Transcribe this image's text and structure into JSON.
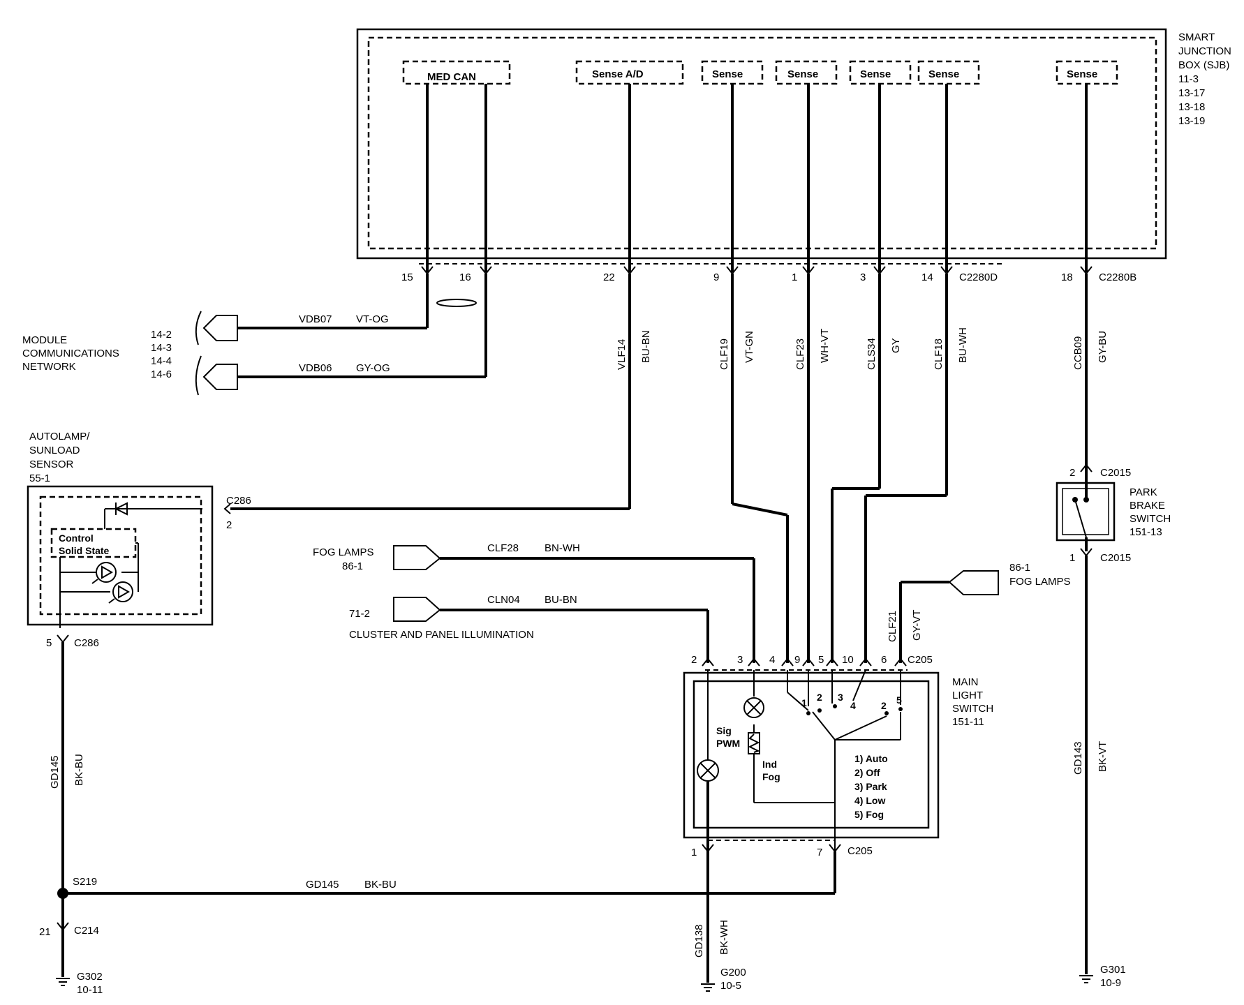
{
  "sjb": {
    "title_lines": [
      "SMART",
      "JUNCTION",
      "BOX (SJB)",
      "11-3",
      "13-17",
      "13-18",
      "13-19"
    ],
    "blocks": [
      "MED  CAN",
      "Sense A/D",
      "Sense",
      "Sense",
      "Sense",
      "Sense",
      "Sense"
    ],
    "pins": [
      "15",
      "16",
      "22",
      "9",
      "1",
      "3",
      "14",
      "18"
    ],
    "connector_d": "C2280D",
    "connector_b": "C2280B"
  },
  "network": {
    "label_lines": [
      "MODULE",
      "COMMUNICATIONS",
      "NETWORK"
    ],
    "refs": [
      "14-2",
      "14-3",
      "14-4",
      "14-6"
    ],
    "wire1": {
      "circuit": "VDB07",
      "color": "VT-OG"
    },
    "wire2": {
      "circuit": "VDB06",
      "color": "GY-OG"
    }
  },
  "vertical_wires": [
    {
      "circuit": "VLF14",
      "color": "BU-BN"
    },
    {
      "circuit": "CLF19",
      "color": "VT-GN"
    },
    {
      "circuit": "CLF23",
      "color": "WH-VT"
    },
    {
      "circuit": "CLS34",
      "color": "GY"
    },
    {
      "circuit": "CLF18",
      "color": "BU-WH"
    },
    {
      "circuit": "CCB09",
      "color": "GY-BU"
    }
  ],
  "autolamp": {
    "label_lines": [
      "AUTOLAMP/",
      "SUNLOAD",
      "SENSOR",
      "55-1"
    ],
    "inner_lines": [
      "Control",
      "Solid State"
    ],
    "conn_top": "C286",
    "pin_top": "2",
    "pin_bottom": "5",
    "conn_bottom": "C286"
  },
  "fog_lamps_left": {
    "lines": [
      "FOG LAMPS",
      "86-1"
    ],
    "circuit": "CLF28",
    "color": "BN-WH"
  },
  "cluster": {
    "ref": "71-2",
    "label": "CLUSTER AND PANEL ILLUMINATION",
    "circuit": "CLN04",
    "color": "BU-BN"
  },
  "fog_lamps_right": {
    "lines": [
      "86-1",
      "FOG LAMPS"
    ],
    "circuit": "CLF21",
    "color": "GY-VT"
  },
  "park_brake": {
    "label_lines": [
      "PARK",
      "BRAKE",
      "SWITCH",
      "151-13"
    ],
    "pin_top": "2",
    "conn_top": "C2015",
    "pin_bottom": "1",
    "conn_bottom": "C2015",
    "wire": {
      "circuit": "GD143",
      "color": "BK-VT"
    },
    "ground": {
      "name": "G301",
      "ref": "10-9"
    }
  },
  "main_switch": {
    "label_lines": [
      "MAIN",
      "LIGHT",
      "SWITCH",
      "151-11"
    ],
    "top_pins": [
      "2",
      "3",
      "4",
      "9",
      "5",
      "10",
      "6"
    ],
    "conn_top": "C205",
    "contact_nums": [
      "1",
      "2",
      "3",
      "4",
      "2",
      "5"
    ],
    "sig_lines": [
      "Sig",
      "PWM"
    ],
    "ind_lines": [
      "Ind",
      "Fog"
    ],
    "legend": [
      "1) Auto",
      "2) Off",
      "3) Park",
      "4) Low",
      "5) Fog"
    ],
    "pin_b1": "1",
    "pin_b7": "7",
    "conn_bottom": "C205"
  },
  "ground_left": {
    "wire": {
      "circuit": "GD145",
      "color": "BK-BU"
    },
    "splice": "S219",
    "pin": "21",
    "conn": "C214",
    "ground": {
      "name": "G302",
      "ref": "10-11"
    }
  },
  "ground_bus": {
    "circuit": "GD145",
    "color": "BK-BU"
  },
  "ground_mid": {
    "circuit": "GD138",
    "color": "BK-WH",
    "ground": {
      "name": "G200",
      "ref": "10-5"
    }
  }
}
